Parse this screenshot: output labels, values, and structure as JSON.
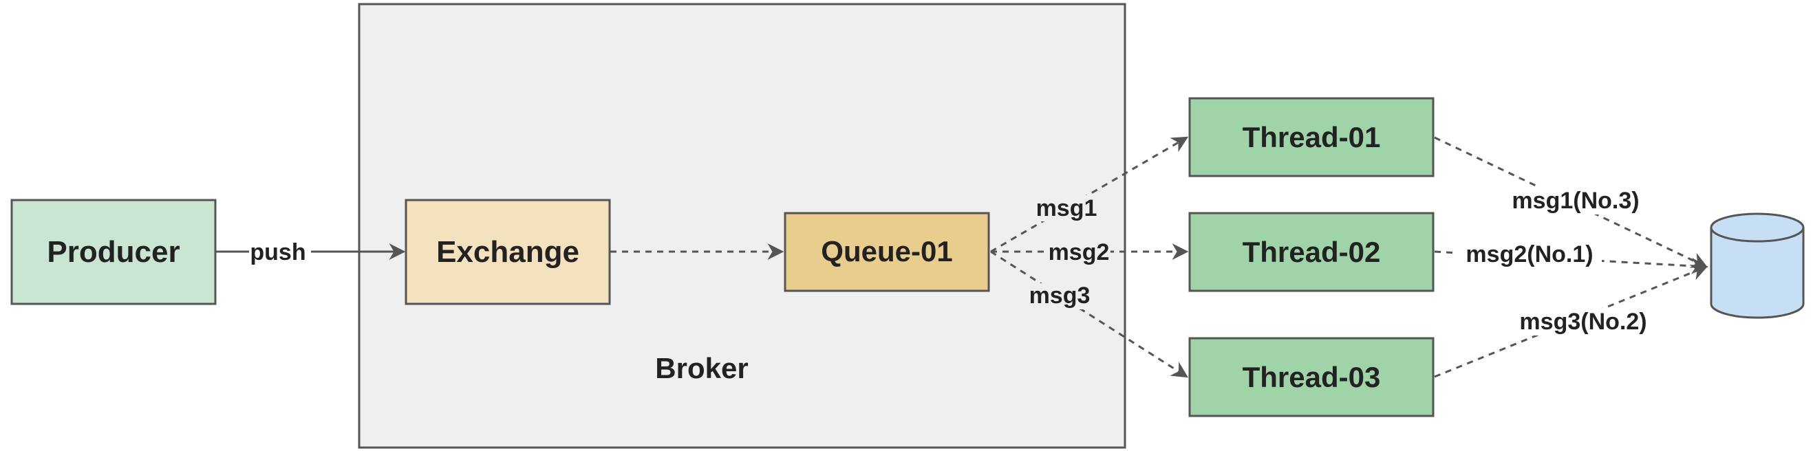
{
  "nodes": {
    "producer": "Producer",
    "broker": "Broker",
    "exchange": "Exchange",
    "queue": "Queue-01",
    "thread1": "Thread-01",
    "thread2": "Thread-02",
    "thread3": "Thread-03"
  },
  "edges": {
    "push": "push",
    "msg1": "msg1",
    "msg2": "msg2",
    "msg3": "msg3",
    "store1": "msg1(No.3)",
    "store2": "msg2(No.1)",
    "store3": "msg3(No.2)"
  },
  "colors": {
    "producer_fill": "#c8e6d2",
    "broker_fill": "#eef0ef",
    "exchange_fill": "#f3e2bd",
    "queue_fill": "#e9cd8c",
    "thread_fill": "#9fd3a8",
    "database_fill": "#c7dff4",
    "stroke": "#555555"
  },
  "icons": {
    "database": "database-cylinder-icon"
  }
}
